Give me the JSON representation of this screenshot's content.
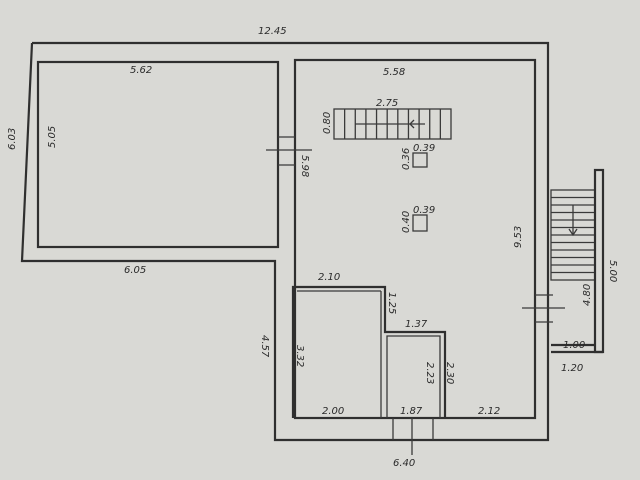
{
  "plan": {
    "colors": {
      "paper": "#d9d9d5",
      "line": "#2f2f2f"
    },
    "dimensions": {
      "overall_width_top": "12.45",
      "left_room_top": "5.62",
      "left_outer_height": "6.03",
      "left_room_height": "5.05",
      "left_bottom": "6.05",
      "partition_height": "5.98",
      "right_room_top": "5.58",
      "stair_length": "2.75",
      "stair_width": "0.80",
      "vent1_width": "0.39",
      "vent1_height": "0.36",
      "vent2_width": "0.39",
      "vent2_height": "0.40",
      "right_room_height": "9.53",
      "ext_stair_length": "5.00",
      "ext_stair_inner": "4.80",
      "ext_landing_inner": "1.00",
      "ext_landing_outer": "1.20",
      "room_a_top": "2.10",
      "step_height": "1.25",
      "room_b_top": "1.37",
      "room_a_height": "3.32",
      "room_b_height_inner": "2.23",
      "room_b_height_outer": "2.30",
      "room_a_bottom": "2.00",
      "door_bottom_width": "1.87",
      "right_bottom": "2.12",
      "lower_left_height": "4.57",
      "overall_bottom": "6.40"
    }
  }
}
